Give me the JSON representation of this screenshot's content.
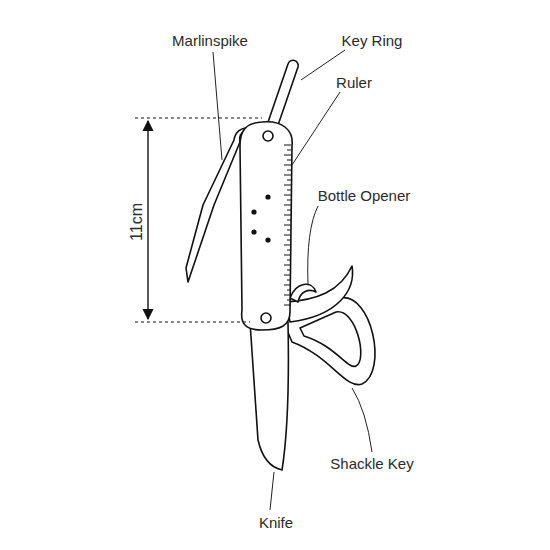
{
  "diagram": {
    "labels": [
      "Marlinspike",
      "Key Ring",
      "Ruler",
      "Bottle Opener",
      "11cm",
      "Shackle Key",
      "Knife"
    ]
  }
}
